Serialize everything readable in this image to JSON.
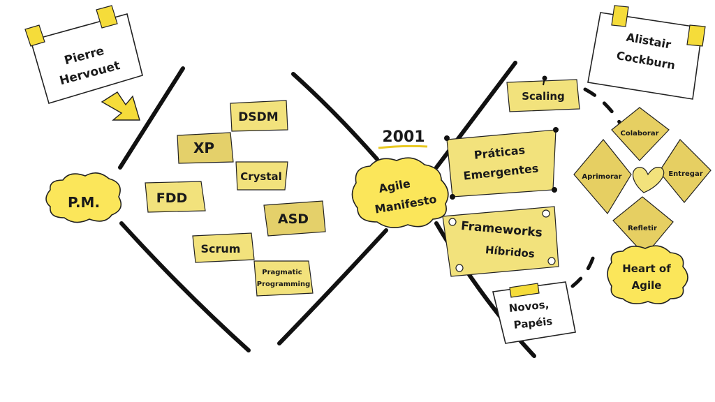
{
  "people": {
    "left": {
      "line1": "Pierre",
      "line2": "Hervouet"
    },
    "right": {
      "line1": "Alistair",
      "line2": "Cockburn"
    }
  },
  "left_cloud": "P.M.",
  "methods": {
    "dsdm": "DSDM",
    "xp": "XP",
    "crystal": "Crystal",
    "fdd": "FDD",
    "asd": "ASD",
    "scrum": "Scrum",
    "pragmatic_line1": "Pragmatic",
    "pragmatic_line2": "Programming"
  },
  "year": "2001",
  "manifesto": {
    "line1": "Agile",
    "line2": "Manifesto"
  },
  "right_items": {
    "scaling": "Scaling",
    "praticas_line1": "Práticas",
    "praticas_line2": "Emergentes",
    "frameworks_line1": "Frameworks",
    "frameworks_line2": "Híbridos",
    "novos_line1": "Novos,",
    "novos_line2": "Papéis"
  },
  "heart_of_agile": {
    "collaborate": "Colaborar",
    "deliver": "Entregar",
    "reflect": "Refletir",
    "improve": "Aprimorar",
    "title_line1": "Heart of",
    "title_line2": "Agile"
  }
}
